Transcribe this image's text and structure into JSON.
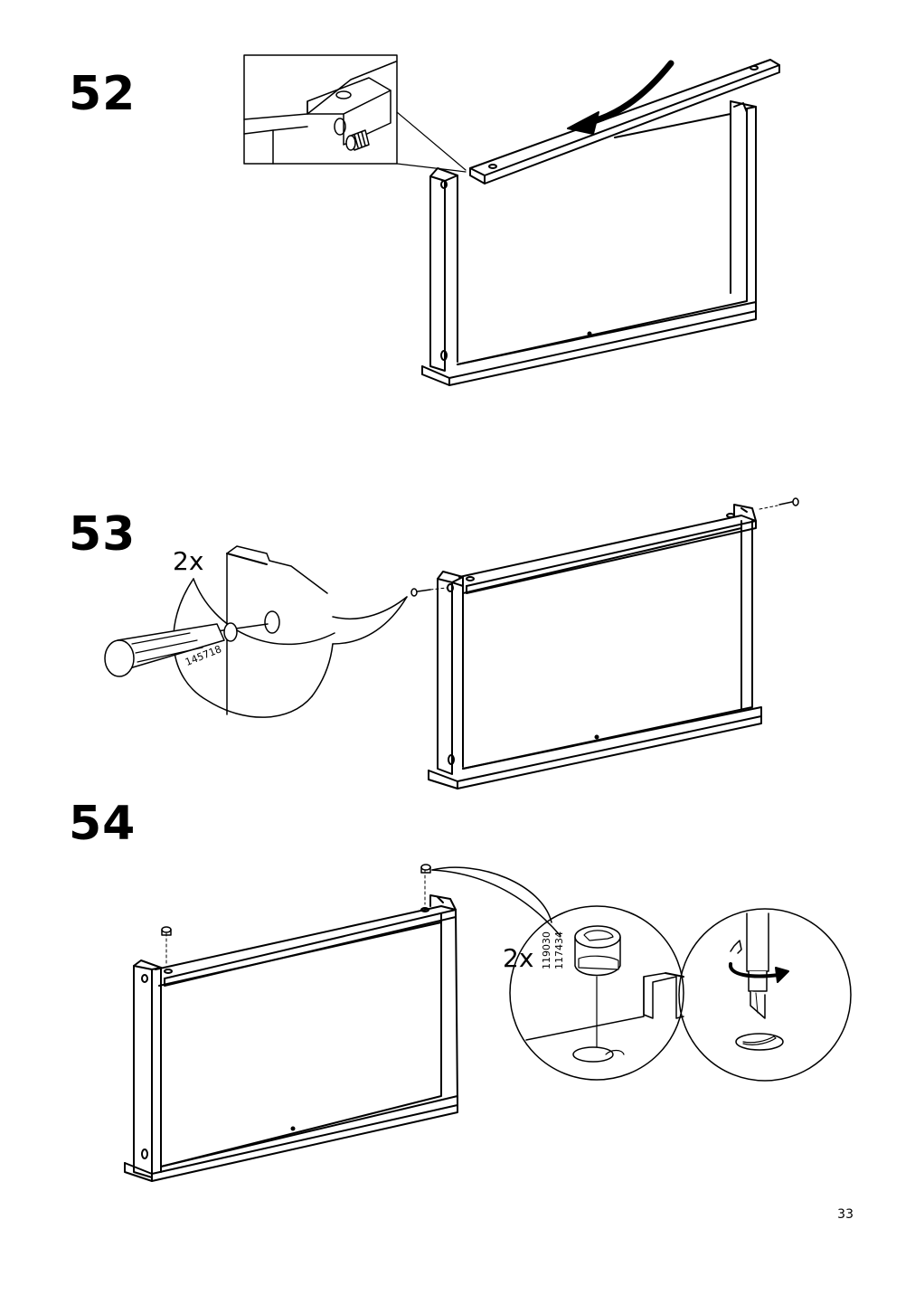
{
  "page": {
    "number": "33"
  },
  "steps": [
    {
      "number": "52"
    },
    {
      "number": "53",
      "quantity": "2x",
      "part_numbers": [
        "145718"
      ]
    },
    {
      "number": "54",
      "quantity": "2x",
      "part_numbers": [
        "119030",
        "117434"
      ]
    }
  ],
  "icons": [
    "arrow-icon",
    "dowel-icon",
    "screw-icon",
    "cam-lock-icon",
    "screwdriver-icon",
    "rotate-icon"
  ]
}
